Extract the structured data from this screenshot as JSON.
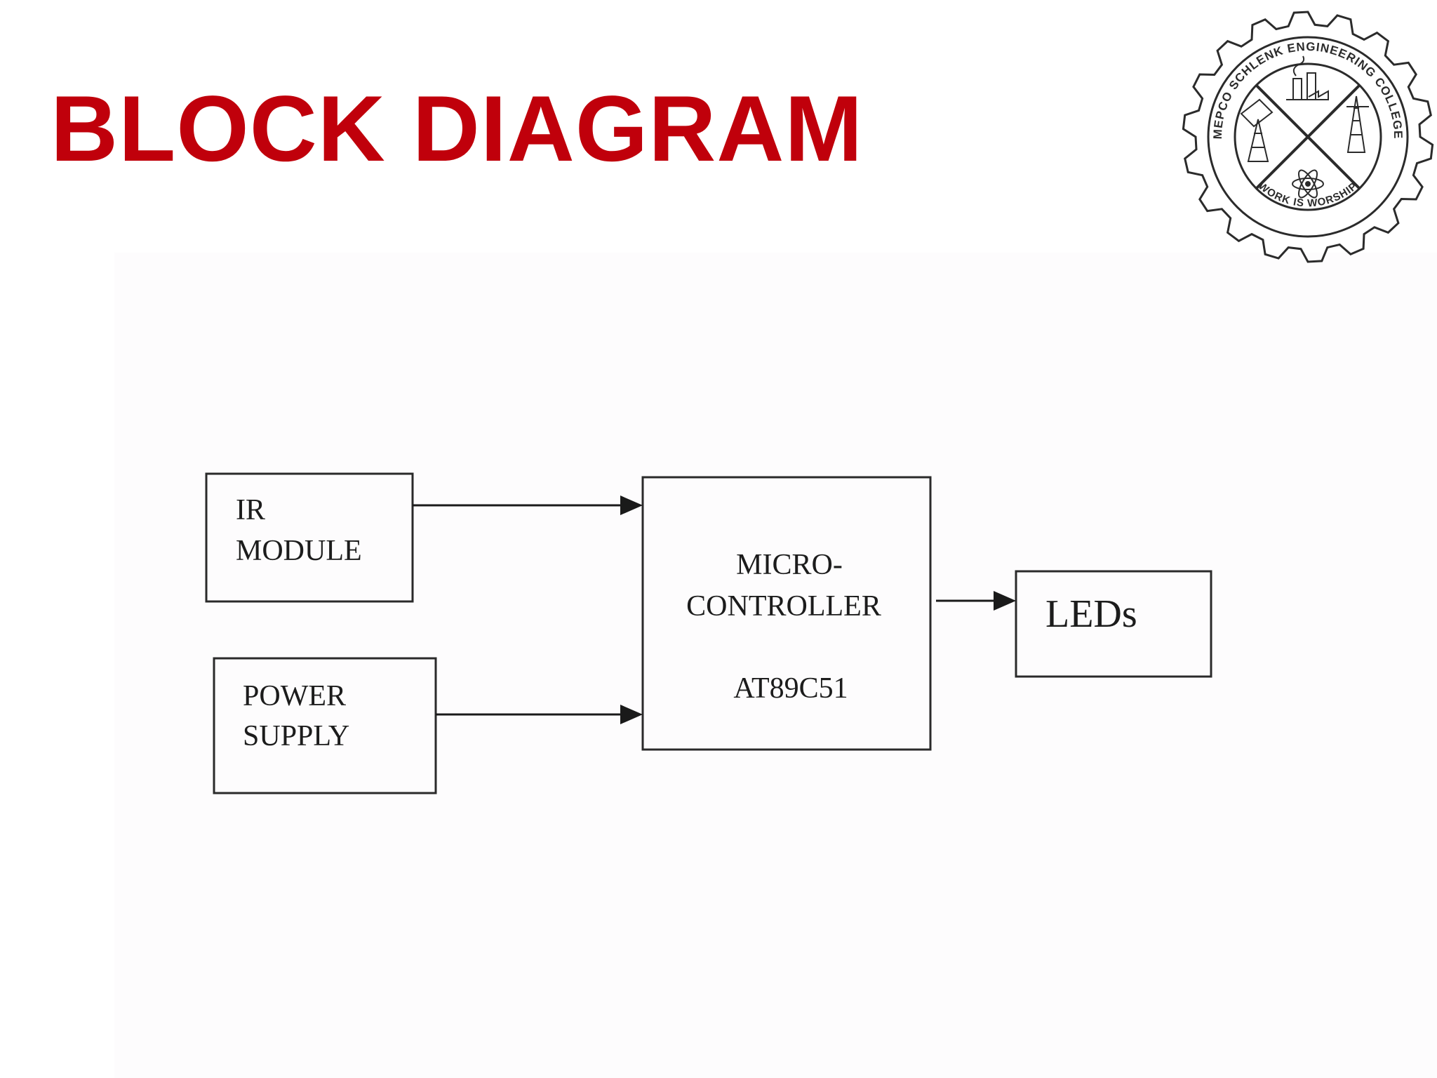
{
  "slide": {
    "title": "BLOCK DIAGRAM",
    "title_color": "#c0000b"
  },
  "logo": {
    "icon": "college-gear-emblem-icon",
    "ring_text_top": "MEPCO SCHLENK ENGINEERING COLLEGE",
    "ring_text_bottom": "WORK IS WORSHIP"
  },
  "diagram": {
    "blocks": {
      "ir_module": {
        "line1": "IR",
        "line2": "MODULE"
      },
      "power_supply": {
        "line1": "POWER",
        "line2": "SUPPLY"
      },
      "microcontroller": {
        "line1": "MICRO-",
        "line2": "CONTROLLER",
        "line3": "AT89C51"
      },
      "leds": {
        "line1": "LEDs"
      }
    },
    "connections": [
      {
        "from": "IR MODULE",
        "to": "MICRO-CONTROLLER"
      },
      {
        "from": "POWER SUPPLY",
        "to": "MICRO-CONTROLLER"
      },
      {
        "from": "MICRO-CONTROLLER",
        "to": "LEDs"
      }
    ]
  }
}
